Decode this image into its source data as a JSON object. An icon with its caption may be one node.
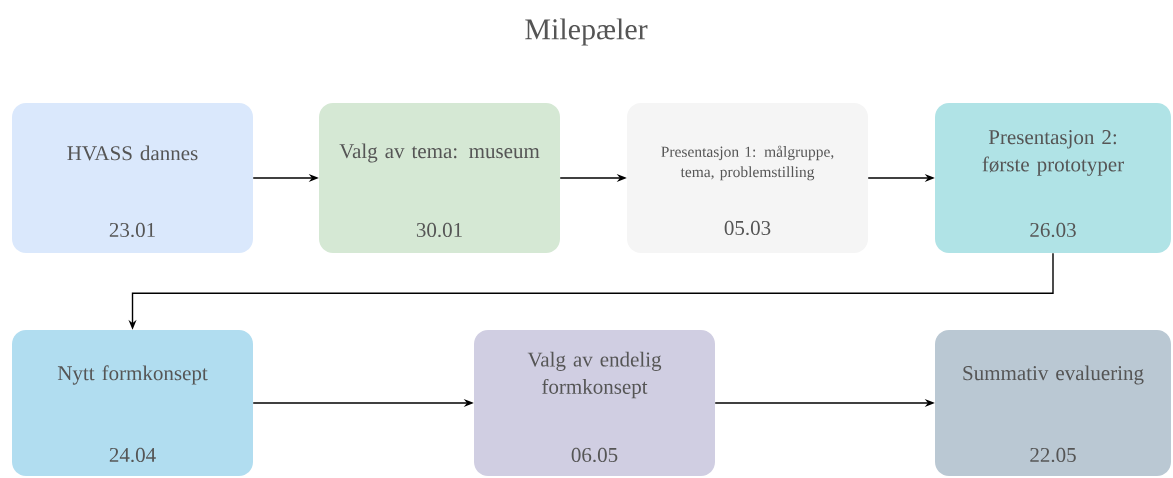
{
  "diagram": {
    "title": "Milepæler",
    "nodes": [
      {
        "text": [
          "HVASS dannes",
          "23.01"
        ]
      },
      {
        "text": [
          "Valg av tema: museum",
          "30.01"
        ]
      },
      {
        "text": [
          "Presentasjon 1: målgruppe, tema, problemstilling",
          "05.03"
        ]
      },
      {
        "text": [
          "Presentasjon 2: første prototyper",
          "26.03"
        ]
      },
      {
        "text": [
          "Nytt formkonsept",
          "24.04"
        ]
      },
      {
        "text": [
          "Valg av endelig formkonsept",
          "06.05"
        ]
      },
      {
        "text": [
          "Summativ evaluering",
          "22.05"
        ]
      }
    ],
    "edges": [
      {
        "from": 0,
        "to": 1,
        "arrow": "to"
      },
      {
        "from": 1,
        "to": 2,
        "arrow": "to"
      },
      {
        "from": 2,
        "to": 3,
        "arrow": "to"
      },
      {
        "from": 3,
        "to": 4,
        "arrow": "to"
      },
      {
        "from": 4,
        "to": 5,
        "arrow": "to"
      },
      {
        "from": 5,
        "to": 6,
        "arrow": "to"
      }
    ]
  }
}
